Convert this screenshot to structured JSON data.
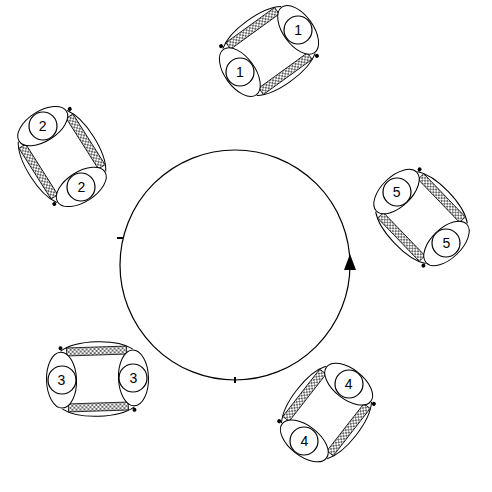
{
  "diagram": {
    "nodes": [
      {
        "text": [
          "1"
        ]
      },
      {
        "text": [
          "1"
        ]
      },
      {
        "text": [
          "2"
        ]
      },
      {
        "text": [
          "2"
        ]
      },
      {
        "text": [
          "3"
        ]
      },
      {
        "text": [
          "3"
        ]
      },
      {
        "text": [
          "4"
        ]
      },
      {
        "text": [
          "4"
        ]
      },
      {
        "text": [
          "5"
        ]
      },
      {
        "text": [
          "5"
        ]
      }
    ]
  }
}
